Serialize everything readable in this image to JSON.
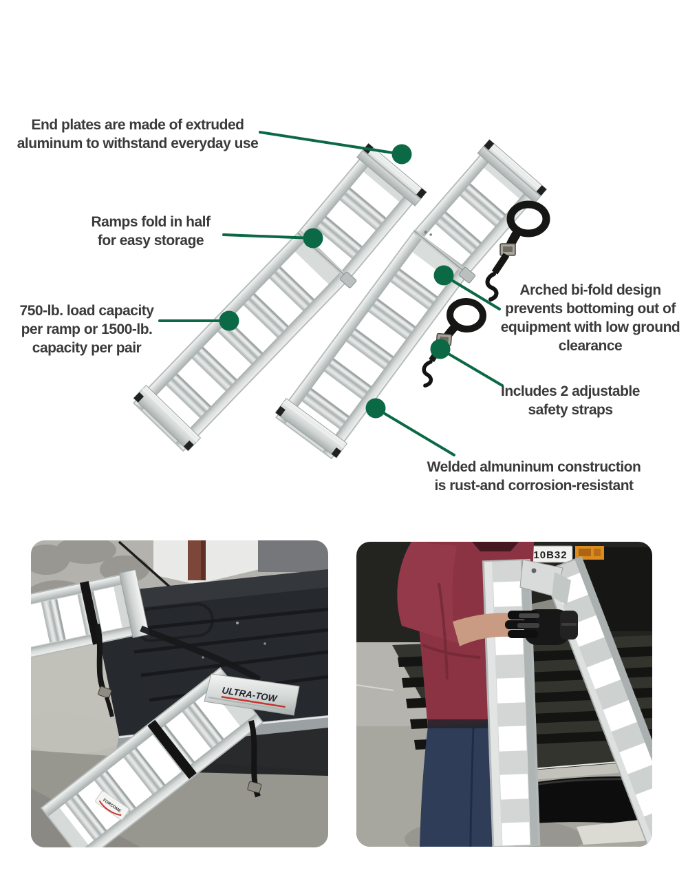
{
  "style": {
    "background": "#ffffff",
    "accent_green": "#0b6945",
    "text_color": "#3a3a3a",
    "aluminum": "#d6dad9",
    "strap_black": "#161715"
  },
  "callouts": [
    {
      "id": "end-plates",
      "lines": [
        "End plates are made of extruded",
        "aluminum to withstand everyday use"
      ]
    },
    {
      "id": "fold-in-half",
      "lines": [
        "Ramps fold in half",
        "for easy storage"
      ]
    },
    {
      "id": "load-capacity",
      "lines": [
        "750-lb. load capacity",
        "per ramp or 1500-lb.",
        "capacity per pair"
      ]
    },
    {
      "id": "arched-design",
      "lines": [
        "Arched bi-fold design",
        "prevents bottoming out of",
        "equipment with low ground",
        "clearance"
      ]
    },
    {
      "id": "safety-straps",
      "lines": [
        "Includes 2 adjustable",
        "safety straps"
      ]
    },
    {
      "id": "welded-construction",
      "lines": [
        "Welded almuninum construction",
        "is rust-and corrosion-resistant"
      ]
    }
  ],
  "photos": {
    "left": {
      "endplate_logo": "ULTRA-TOW",
      "side_sticker": "FORCOME"
    },
    "right": {
      "plate_label": "10B32"
    }
  }
}
